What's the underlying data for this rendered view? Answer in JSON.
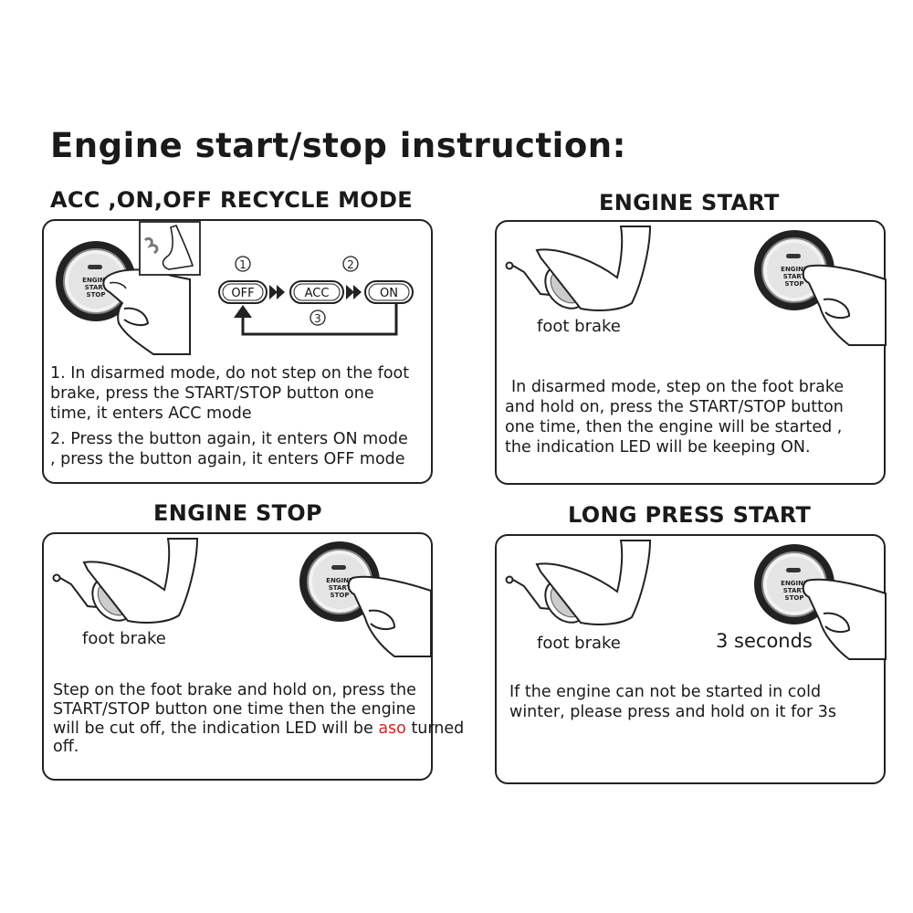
{
  "title": "Engine start/stop instruction:",
  "button_text": {
    "line1": "ENGINE",
    "line2": "START",
    "line3": "STOP"
  },
  "acc_section": {
    "heading": "ACC ,ON,OFF RECYCLE MODE",
    "states": [
      "OFF",
      "ACC",
      "ON"
    ],
    "steps": [
      "①",
      "②",
      "③"
    ],
    "lines": [
      "1. In disarmed mode, do not step on the foot",
      "brake, press the START/STOP button one",
      " time, it enters ACC mode",
      "2. Press the button again, it enters ON mode",
      ", press the button again, it enters OFF mode"
    ]
  },
  "engine_start": {
    "heading": "ENGINE START",
    "foot_label": "foot brake",
    "lines": [
      " In disarmed mode, step on the foot brake",
      "and hold on, press the START/STOP button",
      "one time, then the engine will be started ,",
      "the indication LED will be keeping ON."
    ]
  },
  "engine_stop": {
    "heading": "ENGINE STOP",
    "foot_label": "foot brake",
    "lines": [
      " Step on the foot brake and hold on, press the",
      "START/STOP button one time then the engine"
    ],
    "line3_prefix": "will be cut off, the indication LED will be ",
    "line3_highlight": "aso",
    "line3_suffix": " turned",
    "line4": " off."
  },
  "long_press": {
    "heading": "LONG PRESS START",
    "foot_label": "foot brake",
    "seconds_label": "3 seconds",
    "lines": [
      "If the engine can not be started in cold",
      "winter, please press and hold on it for 3s"
    ]
  },
  "colors": {
    "ink": "#1a1a1a",
    "highlight": "#d62020"
  }
}
